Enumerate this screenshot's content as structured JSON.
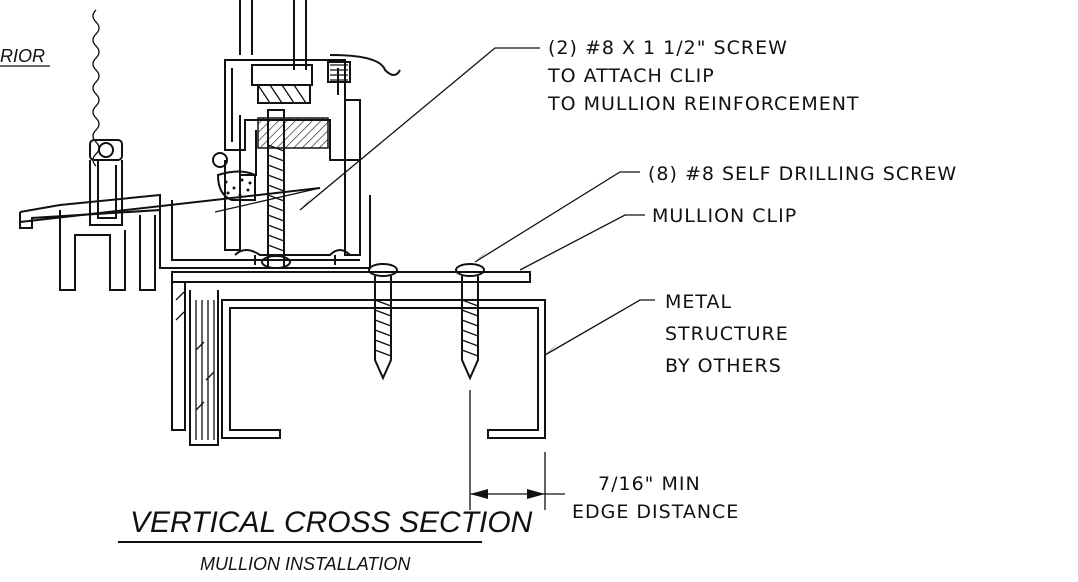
{
  "labels": {
    "exterior_partial": "RIOR",
    "screw_attach": [
      "(2) #8 X 1 1/2\" SCREW",
      "TO ATTACH CLIP",
      "TO MULLION REINFORCEMENT"
    ],
    "self_drilling": "(8) #8 SELF DRILLING SCREW",
    "mullion_clip": "MULLION CLIP",
    "metal_structure": [
      "METAL",
      "STRUCTURE",
      "BY OTHERS"
    ],
    "edge_distance": [
      "7/16\" MIN",
      "EDGE DISTANCE"
    ]
  },
  "title": "VERTICAL CROSS SECTION",
  "subtitle": "MULLION INSTALLATION"
}
